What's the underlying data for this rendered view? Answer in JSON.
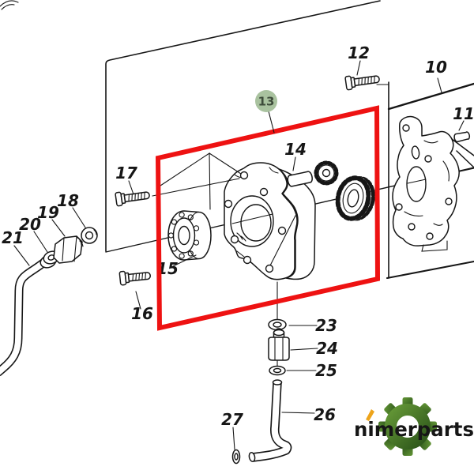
{
  "page": {
    "background": "#ffffff"
  },
  "brand": {
    "name": "nimerparts",
    "text_color": "#161616",
    "accent_color": "#eda41b",
    "gear_green_light": "#639636",
    "gear_green_dark": "#2e571b"
  },
  "highlight": {
    "selected_part": "13",
    "box_color": "#ee1212",
    "badge_fill": "#a9c29f",
    "badge_text_color": "#3d4b3a"
  },
  "diagram": {
    "stroke_color": "#161616",
    "callouts": [
      {
        "part": "10"
      },
      {
        "part": "11"
      },
      {
        "part": "12"
      },
      {
        "part": "14"
      },
      {
        "part": "15"
      },
      {
        "part": "16"
      },
      {
        "part": "17"
      },
      {
        "part": "18"
      },
      {
        "part": "19"
      },
      {
        "part": "20"
      },
      {
        "part": "21"
      },
      {
        "part": "23"
      },
      {
        "part": "24"
      },
      {
        "part": "25"
      },
      {
        "part": "26"
      },
      {
        "part": "27"
      }
    ]
  }
}
